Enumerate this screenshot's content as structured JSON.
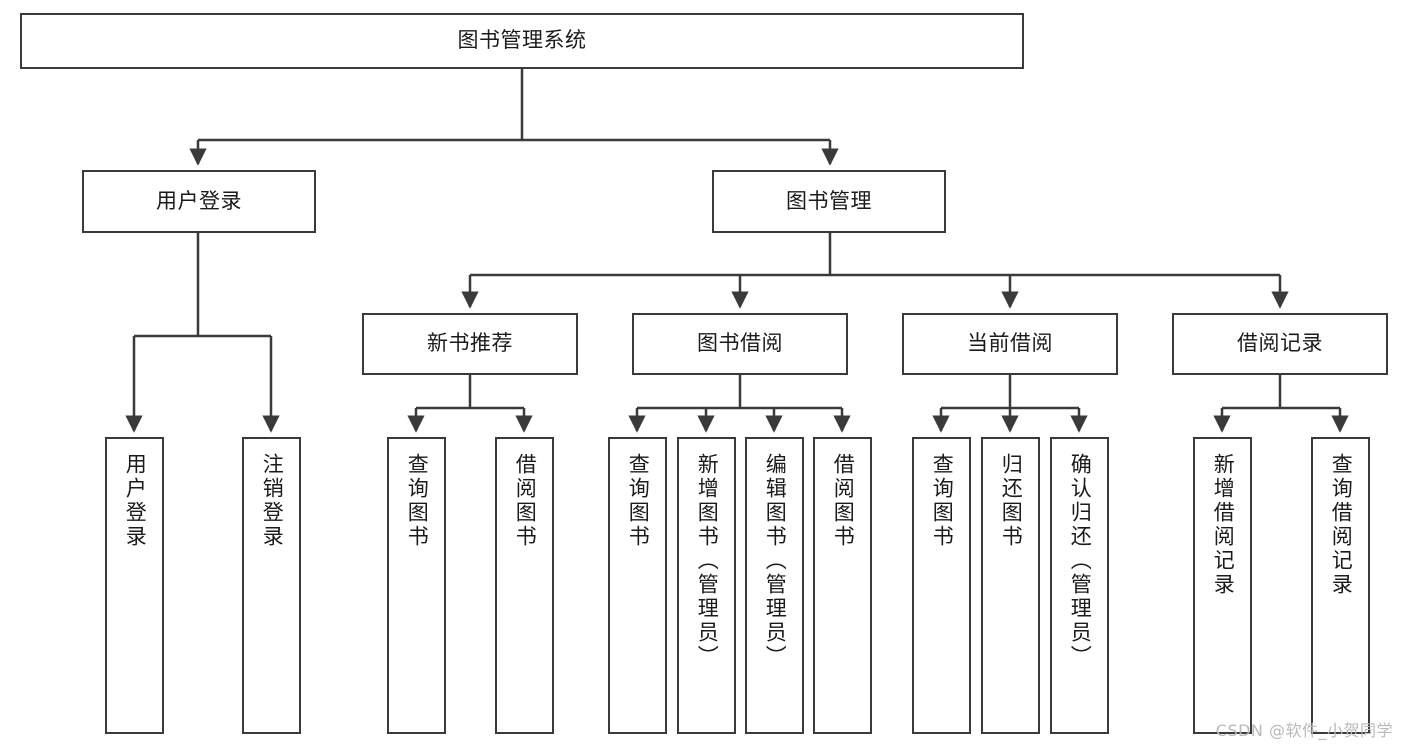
{
  "diagram": {
    "title": "图书管理系统",
    "type": "tree-hierarchy",
    "stroke_color": "#3a3a3a",
    "background_color": "#ffffff",
    "nodes": {
      "root": {
        "label": "图书管理系统"
      },
      "level2": [
        {
          "id": "user-login",
          "label": "用户登录"
        },
        {
          "id": "book-management",
          "label": "图书管理"
        }
      ],
      "level3": [
        {
          "id": "new-book-recommend",
          "label": "新书推荐"
        },
        {
          "id": "book-borrow",
          "label": "图书借阅"
        },
        {
          "id": "current-borrow",
          "label": "当前借阅"
        },
        {
          "id": "borrow-record",
          "label": "借阅记录"
        }
      ],
      "leaves": [
        {
          "id": "leaf-user-login",
          "label": "用户登录",
          "parent": "user-login"
        },
        {
          "id": "leaf-user-logout",
          "label": "注销登录",
          "parent": "user-login"
        },
        {
          "id": "leaf-query-book-1",
          "label": "查询图书",
          "parent": "new-book-recommend"
        },
        {
          "id": "leaf-borrow-book-1",
          "label": "借阅图书",
          "parent": "new-book-recommend"
        },
        {
          "id": "leaf-query-book-2",
          "label": "查询图书",
          "parent": "book-borrow"
        },
        {
          "id": "leaf-add-book",
          "label": "新增图书（管理员）",
          "parent": "book-borrow"
        },
        {
          "id": "leaf-edit-book",
          "label": "编辑图书（管理员）",
          "parent": "book-borrow"
        },
        {
          "id": "leaf-borrow-book-2",
          "label": "借阅图书",
          "parent": "book-borrow"
        },
        {
          "id": "leaf-query-book-3",
          "label": "查询图书",
          "parent": "current-borrow"
        },
        {
          "id": "leaf-return-book",
          "label": "归还图书",
          "parent": "current-borrow"
        },
        {
          "id": "leaf-confirm-return",
          "label": "确认归还（管理员）",
          "parent": "current-borrow"
        },
        {
          "id": "leaf-add-record",
          "label": "新增借阅记录",
          "parent": "borrow-record"
        },
        {
          "id": "leaf-query-record",
          "label": "查询借阅记录",
          "parent": "borrow-record"
        }
      ]
    }
  },
  "watermark": {
    "text": "CSDN @软件_小贺同学"
  }
}
